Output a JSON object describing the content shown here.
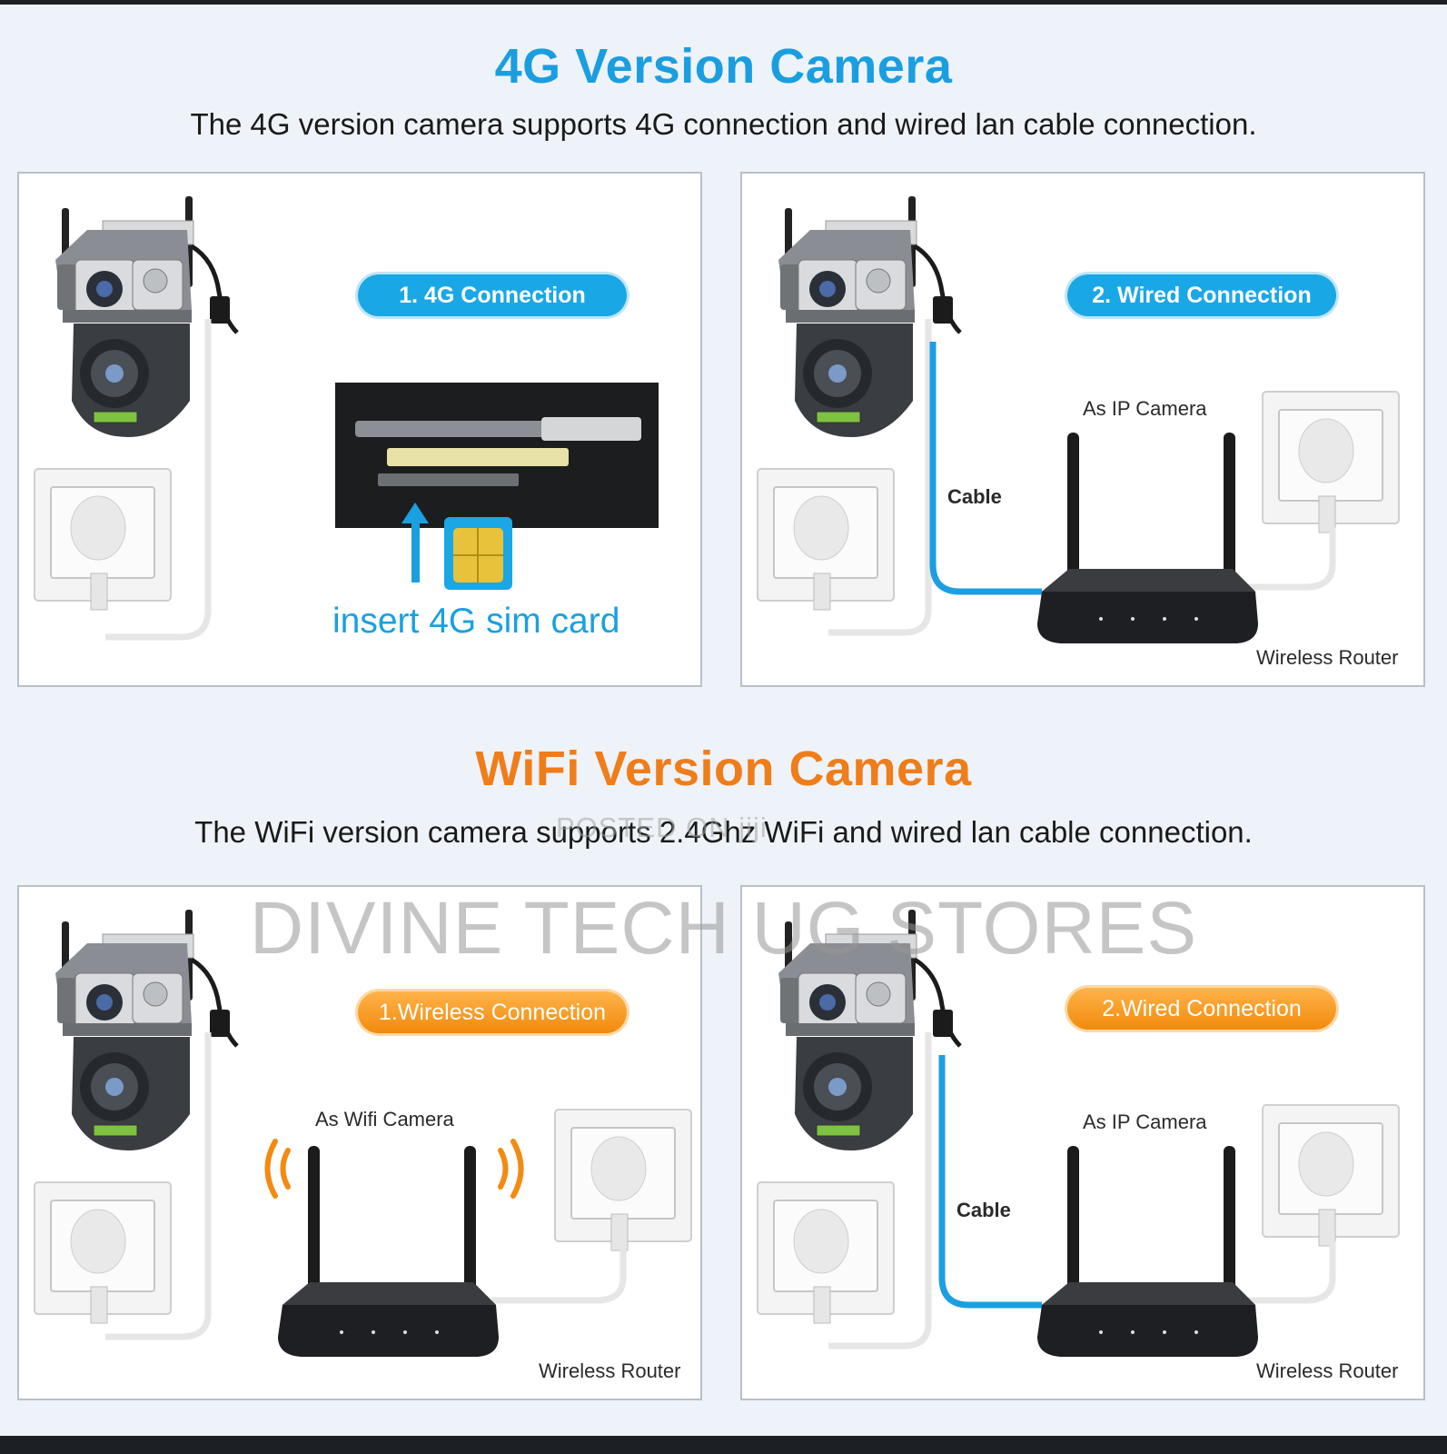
{
  "section_4g": {
    "title": "4G Version Camera",
    "subtitle": "The 4G version camera supports 4G connection and wired lan cable connection.",
    "panel_1": {
      "pill": "1. 4G Connection",
      "caption": "insert 4G sim card"
    },
    "panel_2": {
      "pill": "2. Wired Connection",
      "as_label": "As IP Camera",
      "cable_label": "Cable",
      "router_label": "Wireless Router"
    }
  },
  "section_wifi": {
    "title": "WiFi Version Camera",
    "subtitle": "The WiFi version camera supports 2.4Ghz WiFi and wired lan cable connection.",
    "panel_1": {
      "pill": "1.Wireless Connection",
      "as_label": "As Wifi Camera",
      "router_label": "Wireless Router"
    },
    "panel_2": {
      "pill": "2.Wired Connection",
      "as_label": "As IP Camera",
      "cable_label": "Cable",
      "router_label": "Wireless Router"
    }
  },
  "watermark": {
    "posted": "POSTED ON jiji",
    "store": "DIVINE TECH UG STORES"
  },
  "colors": {
    "title_4g": "#1a9ee0",
    "title_wifi": "#ef7d1a",
    "pill_blue": "#1aa7e6",
    "pill_orange": "#f5951f",
    "cable_blue": "#1c9fe2"
  }
}
